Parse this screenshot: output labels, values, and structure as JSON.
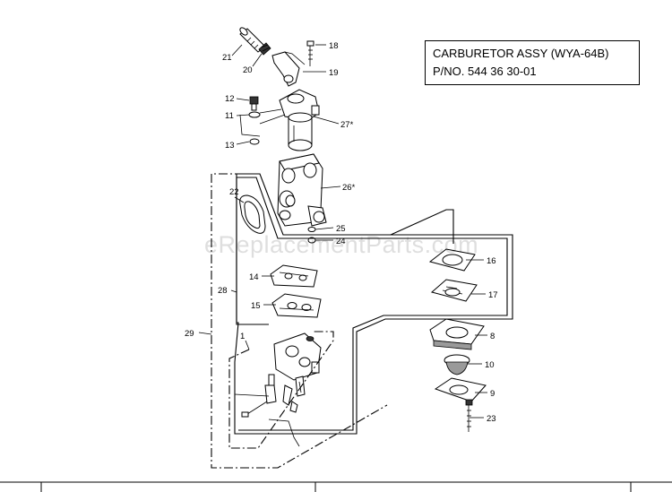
{
  "title": {
    "line1": "CARBURETOR ASSY (WYA-64B)",
    "line2": "P/NO. 544 36 30-01"
  },
  "watermark": "eReplacementParts.com",
  "callouts": {
    "c21": "21",
    "c20": "20",
    "c18": "18",
    "c19": "19",
    "c12": "12",
    "c11": "11",
    "c27": "27*",
    "c13": "13",
    "c26": "26*",
    "c22": "22",
    "c25": "25",
    "c24": "24",
    "c16": "16",
    "c14": "14",
    "c28": "28",
    "c17": "17",
    "c15": "15",
    "c29": "29",
    "c1": "1",
    "c8": "8",
    "c10": "10",
    "c9": "9",
    "c23": "23"
  }
}
